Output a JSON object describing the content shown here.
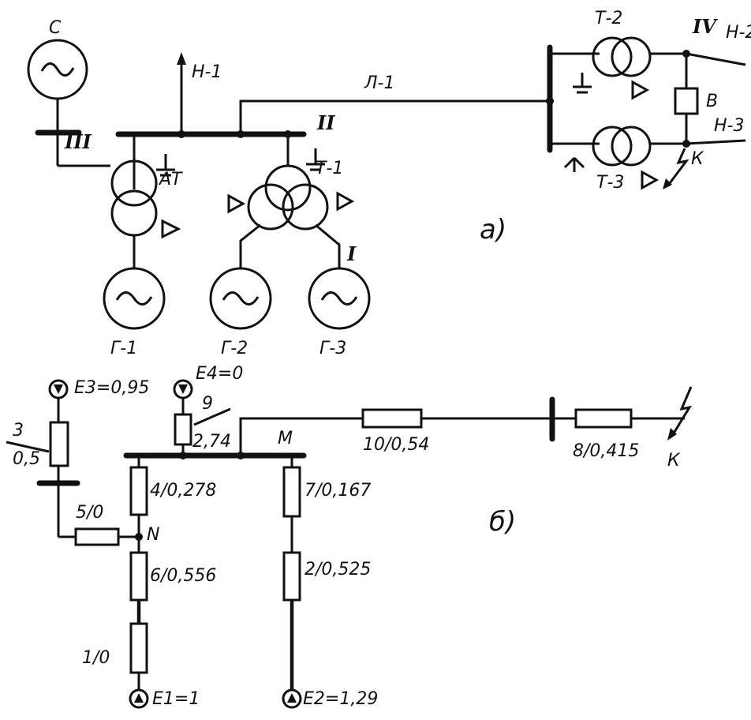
{
  "scheme_a": {
    "system_label": "С",
    "bus_II": "II",
    "bus_III": "III",
    "bus_I": "I",
    "bus_IV": "IV",
    "load_1": "Н-1",
    "load_2": "Н-2",
    "load_3": "Н-3",
    "line_1": "Л-1",
    "autotransformer": "АТ",
    "transformer_1": "Т-1",
    "transformer_2": "Т-2",
    "transformer_3": "Т-3",
    "switch": "В",
    "fault": "К",
    "gen_1": "Г-1",
    "gen_2": "Г-2",
    "gen_3": "Г-3",
    "caption": "а)"
  },
  "scheme_b": {
    "e3": "E3=0,95",
    "e4": "E4=0",
    "e1": "E1=1",
    "e2": "E2=1,29",
    "r3_num": "3",
    "r3_den": "0,5",
    "r9_num": "9",
    "r9_den": "2,74",
    "r4": "4/0,278",
    "r5": "5/0",
    "r6": "6/0,556",
    "r1": "1/0",
    "r7": "7/0,167",
    "r2": "2/0,525",
    "r10": "10/0,54",
    "r8": "8/0,415",
    "node_m": "M",
    "node_n": "N",
    "fault": "К",
    "caption": "б)"
  }
}
